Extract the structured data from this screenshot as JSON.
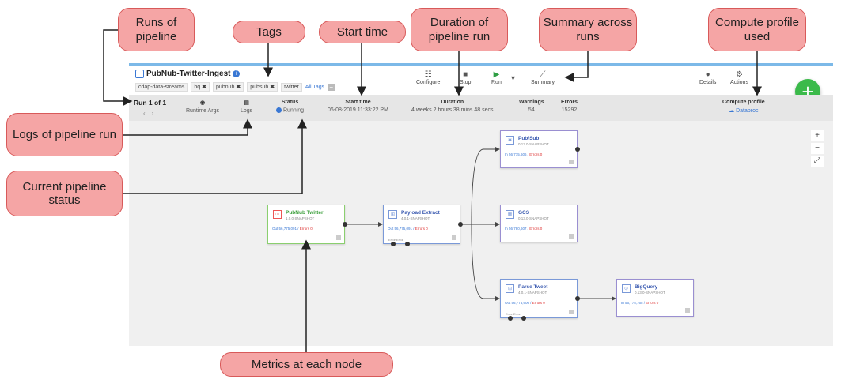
{
  "pipeline": {
    "title": "PubNub-Twitter-Ingest",
    "tags": [
      "cdap-data-streams",
      "bq",
      "pubnub",
      "pubsub",
      "twitter"
    ],
    "all_tags_label": "All Tags"
  },
  "toolbar": {
    "configure": "Configure",
    "stop": "Stop",
    "run": "Run",
    "summary": "Summary",
    "details": "Details",
    "actions": "Actions",
    "add_button": "+"
  },
  "run_bar": {
    "run_of": "Run 1 of 1",
    "runtime_args": "Runtime Args",
    "logs": "Logs",
    "status_label": "Status",
    "status_value": "Running",
    "start_time_label": "Start time",
    "start_time_value": "06-08-2019 11:33:22 PM",
    "duration_label": "Duration",
    "duration_value": "4 weeks 2 hours 38 mins 48 secs",
    "warnings_label": "Warnings",
    "warnings_value": "54",
    "errors_label": "Errors",
    "errors_value": "15292",
    "compute_profile_label": "Compute profile",
    "compute_profile_value": "Dataproc"
  },
  "zoom": {
    "in": "+",
    "out": "−",
    "fit": "⤢"
  },
  "nodes": {
    "pubnub": {
      "name": "PubNub Twitter",
      "version": "1.0.0-SNAPSHOT",
      "metric": "Out 56,775,091",
      "errors": "Errors 0"
    },
    "payload": {
      "name": "Payload Extract",
      "version": "4.0.1-SNAPSHOT",
      "metric": "Out 56,775,091",
      "errors": "Errors 0",
      "ports": "Error    Error"
    },
    "pubsub": {
      "name": "Pub/Sub",
      "version": "0.13.0-SNAPSHOT",
      "metric": "In 56,775,606",
      "errors": "Errors 0"
    },
    "gcs": {
      "name": "GCS",
      "version": "0.13.0-SNAPSHOT",
      "metric": "In 56,780,607",
      "errors": "Errors 0"
    },
    "parse": {
      "name": "Parse Tweet",
      "version": "4.0.1-SNAPSHOT",
      "metric": "Out 56,775,606",
      "errors": "Errors 0",
      "ports": "Error    Error"
    },
    "bigquery": {
      "name": "BigQuery",
      "version": "0.13.0-SNAPSHOT",
      "metric": "In 56,775,765",
      "errors": "Errors 0"
    }
  },
  "callouts": {
    "runs": "Runs of pipeline",
    "tags": "Tags",
    "start_time": "Start time",
    "duration": "Duration of pipeline run",
    "summary": "Summary across runs",
    "compute": "Compute profile used",
    "logs": "Logs of pipeline run",
    "status": "Current pipeline status",
    "metrics": "Metrics at each node"
  },
  "colors": {
    "callout_fill": "#f5a5a5",
    "callout_border": "#d85a5a",
    "accent_blue": "#3a78d4",
    "run_green": "#2e9e44",
    "fab_green": "#3bba4a"
  }
}
